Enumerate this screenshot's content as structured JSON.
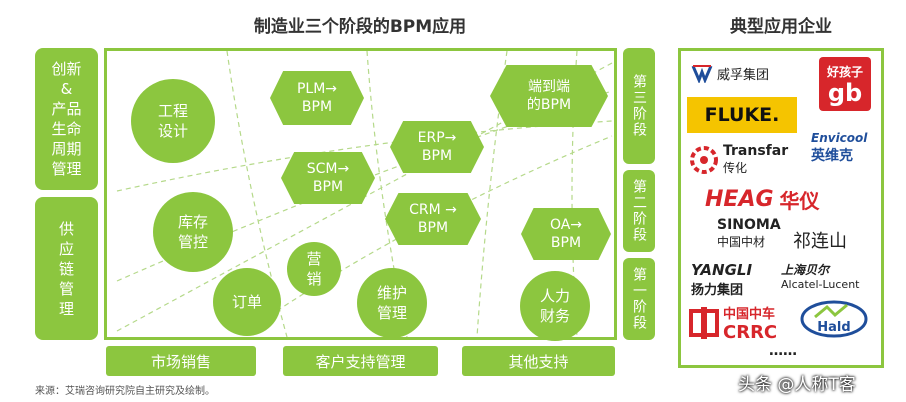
{
  "header": {
    "main_title": "制造业三个阶段的BPM应用",
    "right_title": "典型应用企业"
  },
  "left_labels": {
    "plm": "创新\n&\n产品\n生命\n周期\n管理",
    "scm": "供\n应\n链\n管\n理"
  },
  "stages": {
    "third": "第三阶段",
    "second": "第二阶段",
    "first": "第一阶段"
  },
  "bottom_labels": {
    "market": "市场销售",
    "support": "客户支持管理",
    "other": "其他支持"
  },
  "circles": {
    "engineering": "工程\n设计",
    "inventory": "库存\n管控",
    "marketing": "营\n销",
    "orders": "订单",
    "maintenance": "维护\n管理",
    "hr": "人力\n财务"
  },
  "hexagons": {
    "plm": "PLM→\nBPM",
    "e2e": "端到端\n的BPM",
    "erp": "ERP→\nBPM",
    "scm": "SCM→\nBPM",
    "crm": "CRM →\nBPM",
    "oa": "OA→\nBPM"
  },
  "enterprises": {
    "weifu": "威孚集团",
    "haohaizi": "好孩子",
    "haohaizi_mark": "gb",
    "fluke": "FLUKE.",
    "envicool_en": "Envicool",
    "envicool_cn": "英维克",
    "transfar_en": "Transfar",
    "transfar_cn": "传化",
    "heag": "HEAG",
    "huayi": "华仪",
    "sinoma_en": "SINOMA",
    "sinoma_cn": "中国中材",
    "qilianshan": "祁连山",
    "yangli_en": "YANGLI",
    "yangli_cn": "扬力集团",
    "shanghai_bell": "上海贝尔",
    "alcatel": "Alcatel-Lucent",
    "crrc_cn": "中国中车",
    "crrc_en": "CRRC",
    "hald": "Hald",
    "more": "……"
  },
  "source": "来源：艾瑞咨询研究院自主研究及绘制。",
  "watermark": "头条 @人称T客",
  "colors": {
    "accent_green": "#8cc63f",
    "red": "#d7262b",
    "blue": "#1f4e9b"
  }
}
